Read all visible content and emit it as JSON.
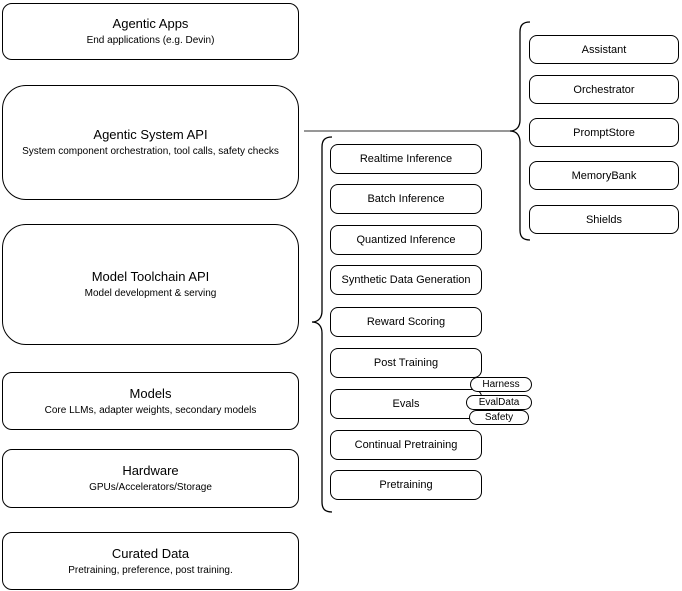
{
  "diagram": {
    "left_column": {
      "boxes": [
        {
          "title": "Agentic Apps",
          "subtitle": "End applications (e.g. Devin)"
        },
        {
          "title": "Agentic System API",
          "subtitle": "System component orchestration, tool calls, safety checks"
        },
        {
          "title": "Model Toolchain API",
          "subtitle": "Model development & serving"
        },
        {
          "title": "Models",
          "subtitle": "Core LLMs, adapter weights, secondary models"
        },
        {
          "title": "Hardware",
          "subtitle": "GPUs/Accelerators/Storage"
        },
        {
          "title": "Curated Data",
          "subtitle": "Pretraining, preference, post training."
        }
      ]
    },
    "middle_column": {
      "items": [
        {
          "label": "Realtime Inference"
        },
        {
          "label": "Batch Inference"
        },
        {
          "label": "Quantized Inference"
        },
        {
          "label": "Synthetic Data Generation"
        },
        {
          "label": "Reward Scoring"
        },
        {
          "label": "Post Training"
        },
        {
          "label": "Evals"
        },
        {
          "label": "Continual Pretraining"
        },
        {
          "label": "Pretraining"
        }
      ]
    },
    "right_column": {
      "items": [
        {
          "label": "Assistant"
        },
        {
          "label": "Orchestrator"
        },
        {
          "label": "PromptStore"
        },
        {
          "label": "MemoryBank"
        },
        {
          "label": "Shields"
        }
      ]
    },
    "eval_tags": [
      {
        "label": "Harness"
      },
      {
        "label": "EvalData"
      },
      {
        "label": "Safety"
      }
    ],
    "colors": {
      "box_fill": "#ffffff",
      "box_border": "#000000",
      "connector": "#595959"
    }
  }
}
